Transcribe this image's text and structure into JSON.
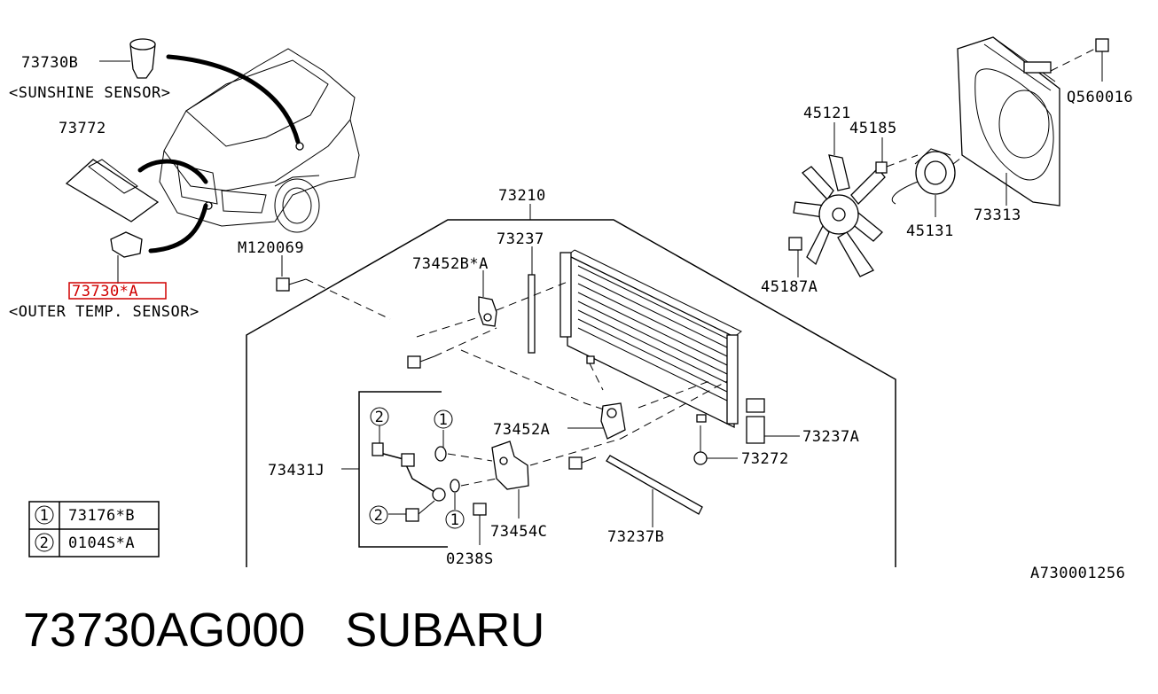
{
  "labels": {
    "p73730B": "73730B",
    "sunshine": "<SUNSHINE SENSOR>",
    "p73772": "73772",
    "p73730A": "73730*A",
    "outer": "<OUTER TEMP. SENSOR>",
    "m120069": "M120069",
    "p73210": "73210",
    "p73237": "73237",
    "p73452BA": "73452B*A",
    "p73452A": "73452A",
    "p73237A": "73237A",
    "p73272": "73272",
    "p73431J": "73431J",
    "p73454C": "73454C",
    "p73237B": "73237B",
    "p0238S": "0238S",
    "p45121": "45121",
    "p45185": "45185",
    "p45131": "45131",
    "p45187A": "45187A",
    "p73313": "73313",
    "q560016": "Q560016",
    "ref": "A730001256",
    "circle1": "1",
    "circle2": "2"
  },
  "legend": [
    {
      "num": "1",
      "part": "73176*B"
    },
    {
      "num": "2",
      "part": "0104S*A"
    }
  ],
  "footer": {
    "part_number": "73730AG000",
    "brand": "SUBARU"
  },
  "highlight_color": "#d00000"
}
